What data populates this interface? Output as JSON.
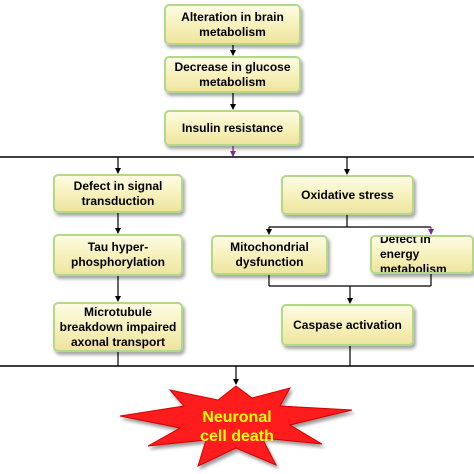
{
  "nodes": {
    "n1": "Alteration in brain\nmetabolism",
    "n2": "Decrease in glucose\nmetabolism",
    "n3": "Insulin resistance",
    "n4": "Defect in signal\ntransduction",
    "n5": "Tau hyper-\nphosphorylation",
    "n6": "Microtubule\nbreakdown impaired\naxonal transport",
    "n7": "Oxidative stress",
    "n8": "Mitochondrial\ndysfunction",
    "n9": "Defect in energy\nmetabolism",
    "n10": "Caspase activation"
  },
  "outcome": "Neuronal\ncell death",
  "colors": {
    "box_fill": "#f6f0b9",
    "box_border": "#b4d88a",
    "burst_fill": "#ff1a1a",
    "burst_text": "#ffff00",
    "arrow_accent": "#7b2d8e"
  }
}
